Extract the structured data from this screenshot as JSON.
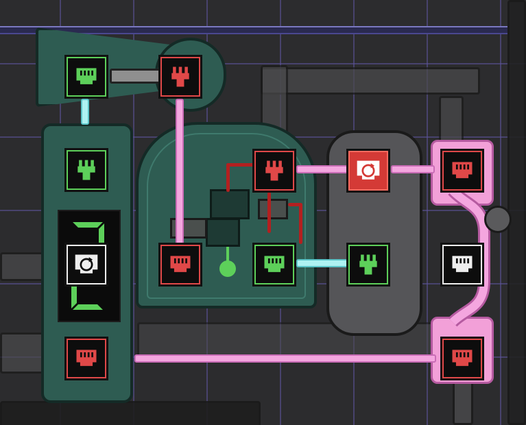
{
  "scene": {
    "name": "automation-wiring-puzzle",
    "colors": {
      "background": "#2c2c2e",
      "grid": "#5f55a0",
      "panel": "#2e5c52",
      "panel_border": "#142a26",
      "wire_pink": "#f4a6df",
      "wire_cyan": "#aef2f2",
      "signal_green": "#5dd05a",
      "signal_red": "#e04848",
      "neutral_white": "#eeeeee"
    }
  },
  "ports": [
    {
      "id": "p1",
      "icon": "output-port-icon",
      "state": "green"
    },
    {
      "id": "p2",
      "icon": "input-port-icon",
      "state": "red"
    },
    {
      "id": "p3",
      "icon": "input-port-icon",
      "state": "green"
    },
    {
      "id": "p4",
      "icon": "reset-port-icon",
      "state": "white"
    },
    {
      "id": "p5",
      "icon": "output-port-icon",
      "state": "red"
    },
    {
      "id": "p6",
      "icon": "input-port-icon",
      "state": "red"
    },
    {
      "id": "p7",
      "icon": "output-port-icon",
      "state": "red"
    },
    {
      "id": "p8",
      "icon": "output-port-icon",
      "state": "green"
    },
    {
      "id": "p9",
      "icon": "reset-port-icon",
      "state": "red-filled"
    },
    {
      "id": "p10",
      "icon": "input-port-icon",
      "state": "green"
    },
    {
      "id": "p11",
      "icon": "output-port-icon",
      "state": "red"
    },
    {
      "id": "p12",
      "icon": "output-port-icon",
      "state": "white"
    },
    {
      "id": "p13",
      "icon": "output-port-icon",
      "state": "red"
    }
  ],
  "counter_display": {
    "icon": "seven-segment-display-icon",
    "state": "green"
  }
}
